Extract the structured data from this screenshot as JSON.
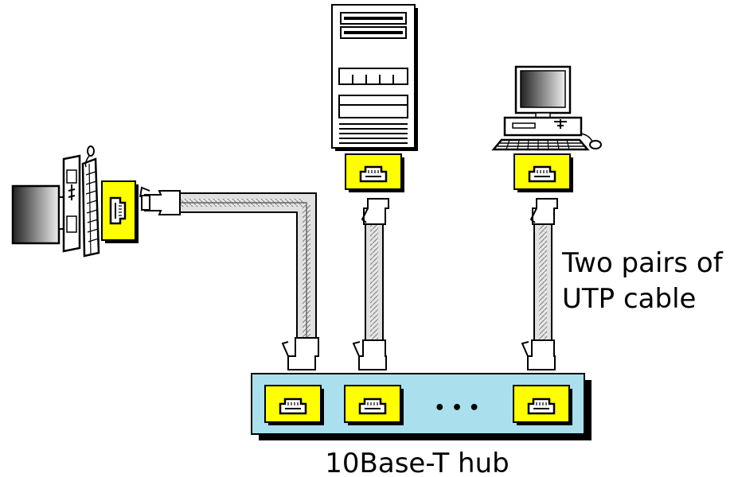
{
  "diagram": {
    "hub_label": "10Base-T hub",
    "cable_label_line1": "Two pairs of",
    "cable_label_line2": "UTP cable",
    "ellipsis": "• • •",
    "nodes": [
      "computer-side-view",
      "server-tower",
      "desktop-workstation"
    ],
    "colors": {
      "jack_yellow": "#ffff00",
      "hub_blue": "#aae0ee",
      "outline": "#000000",
      "cable_fill": "#d8d8d8",
      "shadow": "#000000"
    }
  }
}
